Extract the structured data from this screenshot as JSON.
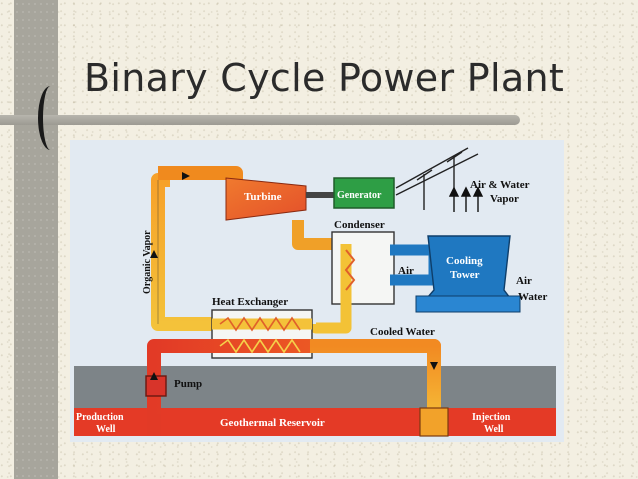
{
  "slide": {
    "title": "Binary Cycle Power Plant"
  },
  "diagram": {
    "labels": {
      "turbine": "Turbine",
      "generator": "Generator",
      "condenser": "Condenser",
      "cooling_tower_1": "Cooling",
      "cooling_tower_2": "Tower",
      "air_water_vapor_1": "Air & Water",
      "air_water_vapor_2": "Vapor",
      "air_inside": "Air",
      "air_right": "Air",
      "water_right": "Water",
      "organic_vapor": "Organic Vapor",
      "heat_exchanger": "Heat Exchanger",
      "cooled_water": "Cooled Water",
      "pump": "Pump",
      "production_well_1": "Production",
      "production_well_2": "Well",
      "geothermal_reservoir": "Geothermal Reservoir",
      "injection_well_1": "Injection",
      "injection_well_2": "Well"
    },
    "colors": {
      "hot_red": "#e43a26",
      "orange": "#f08a1e",
      "yellow": "#f6d43a",
      "cooling_blue": "#1f78c1",
      "generator_green": "#2e9e45",
      "ground_gray": "#7d8488",
      "panel_bg": "#e2eaf2"
    }
  }
}
